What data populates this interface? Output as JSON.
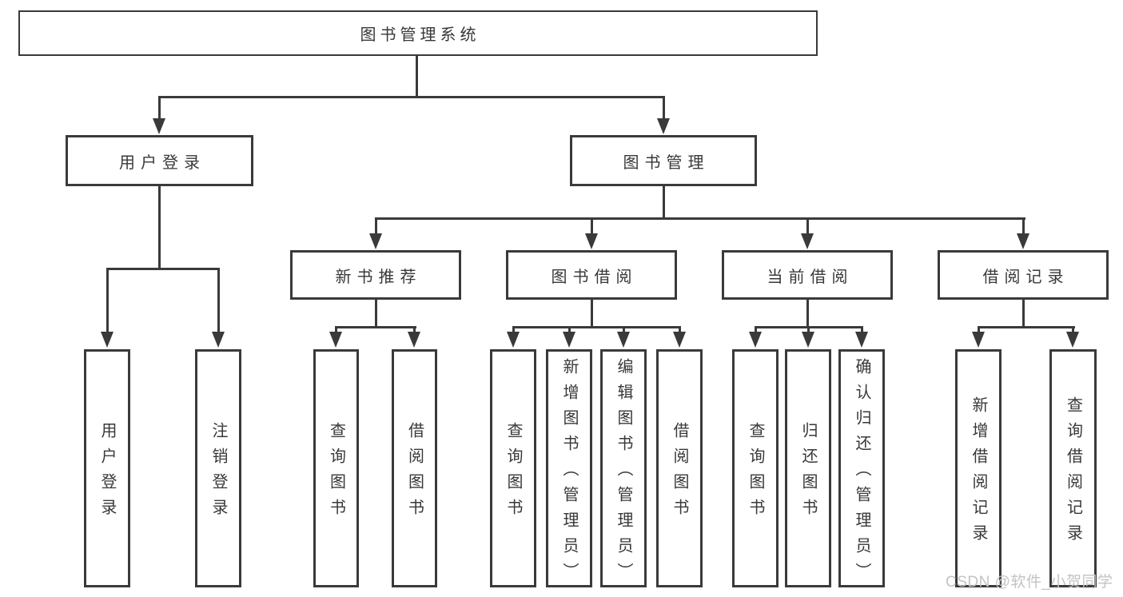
{
  "diagram": {
    "root": {
      "label": "图书管理系统"
    },
    "children": [
      {
        "label": "用户登录",
        "children": [
          {
            "label": "用户登录"
          },
          {
            "label": "注销登录"
          }
        ]
      },
      {
        "label": "图书管理",
        "children": [
          {
            "label": "新书推荐",
            "children": [
              {
                "label": "查询图书"
              },
              {
                "label": "借阅图书"
              }
            ]
          },
          {
            "label": "图书借阅",
            "children": [
              {
                "label": "查询图书"
              },
              {
                "label": "新增图书（管理员）"
              },
              {
                "label": "编辑图书（管理员）"
              },
              {
                "label": "借阅图书"
              }
            ]
          },
          {
            "label": "当前借阅",
            "children": [
              {
                "label": "查询图书"
              },
              {
                "label": "归还图书"
              },
              {
                "label": "确认归还（管理员）"
              }
            ]
          },
          {
            "label": "借阅记录",
            "children": [
              {
                "label": "新增借阅记录"
              },
              {
                "label": "查询借阅记录"
              }
            ]
          }
        ]
      }
    ]
  },
  "watermark": {
    "text": "CSDN @软件_小贺同学"
  },
  "colors": {
    "line": "#3a3a3a",
    "text": "#383838",
    "wm": "#c3c3c3",
    "bg": "#ffffff"
  }
}
